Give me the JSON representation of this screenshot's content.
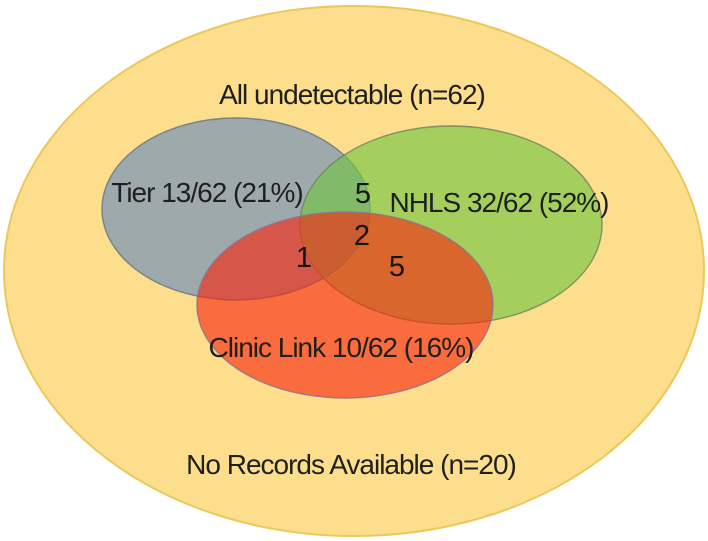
{
  "figure": {
    "background": "#ffffff",
    "universe": {
      "top_label": "All undetectable (n=62)",
      "bottom_label": "No Records Available (n=20)",
      "fill": "#FCDE8C",
      "border": "#ECC85B"
    },
    "sets": [
      {
        "name": "Tier",
        "label": "Tier 13/62 (21%)",
        "fill": "#6289BD",
        "observed_fill": "#A0ACA9",
        "border": "#67758A"
      },
      {
        "name": "NHLS",
        "label": "NHLS 32/62 (52%)",
        "fill": "#6FC640",
        "observed_fill": "#A8D05E",
        "border": "#75855F"
      },
      {
        "name": "Clinic Link",
        "label": "Clinic Link 10/62 (16%)",
        "fill": "#F8250F",
        "observed_fill": "#FA6B3F",
        "border": "#92708B"
      }
    ],
    "overlap_counts": {
      "tier_nhls": "5",
      "center_all": "2",
      "tier_clinic": "1",
      "nhls_clinic": "5"
    },
    "text_color": "#1F1F1F"
  },
  "chart_data": {
    "type": "venn",
    "title": "All undetectable (n=62)",
    "universe_label": "All undetectable",
    "universe_n": 62,
    "outside_label": "No Records Available",
    "outside_n": 20,
    "sets": [
      {
        "name": "Tier",
        "count": 13,
        "denominator": 62,
        "percent": "21%"
      },
      {
        "name": "NHLS",
        "count": 32,
        "denominator": 62,
        "percent": "52%"
      },
      {
        "name": "Clinic Link",
        "count": 10,
        "denominator": 62,
        "percent": "16%"
      }
    ],
    "intersections": [
      {
        "between": [
          "Tier",
          "NHLS"
        ],
        "value": 5
      },
      {
        "between": [
          "Tier",
          "NHLS",
          "Clinic Link"
        ],
        "value": 2
      },
      {
        "between": [
          "Tier",
          "Clinic Link"
        ],
        "value": 1
      },
      {
        "between": [
          "NHLS",
          "Clinic Link"
        ],
        "value": 5
      }
    ]
  }
}
